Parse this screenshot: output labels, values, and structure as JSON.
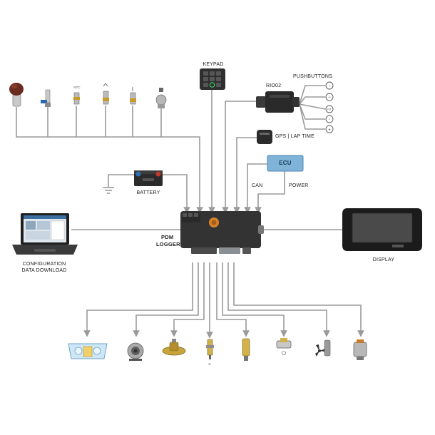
{
  "labels": {
    "keypad": "KEYPAD",
    "rio02": "RIO02",
    "pushbuttons": "PUSHBUTTONS",
    "gps": "GPS | LAP TIME",
    "ecu": "ECU",
    "can": "CAN",
    "power": "POWER",
    "battery": "BATTERY",
    "pdm_line1": "PDM",
    "pdm_line2": "LOGGER",
    "config_line1": "CONFIGURATION",
    "config_line2": "DATA DOWNLOAD",
    "display": "DISPLAY"
  },
  "colors": {
    "wire": "#9a9a9a",
    "pdm_body": "#333333",
    "ecu_box": "#7fb3d8",
    "ecu_border": "#4d86b3",
    "battery_body": "#2b2b2b",
    "plus_terminal": "#c0392b",
    "minus_terminal": "#2d6fb8",
    "screen": "#4a4a4a"
  },
  "icons": {
    "top_sensors": [
      "sensor-cap-icon",
      "valve-sensor-icon",
      "sensor-icon",
      "sensor-icon",
      "sensor-icon",
      "sensor-icon"
    ],
    "pushbuttons": [
      "button-icon",
      "button-icon",
      "button-icon",
      "button-icon",
      "button-icon"
    ],
    "bottom_devices": [
      "light-icon",
      "horn-icon",
      "fuel-pump-icon",
      "injector-icon",
      "solenoid-icon",
      "valve-icon",
      "fan-icon",
      "starter-motor-icon"
    ]
  }
}
